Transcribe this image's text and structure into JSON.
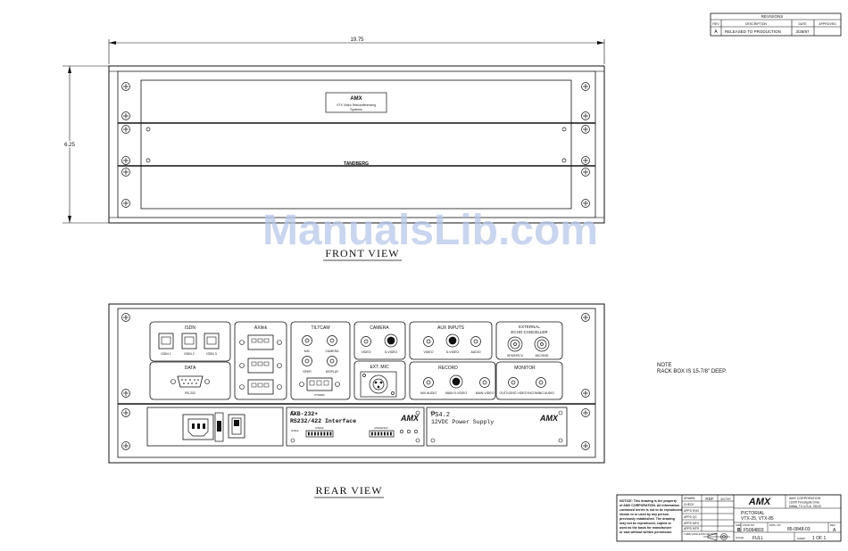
{
  "revisions": {
    "title": "REVISIONS",
    "headers": [
      "REV",
      "DESCRIPTION",
      "DATE",
      "APPROVED"
    ],
    "rows": [
      [
        "A",
        "RELEASED TO PRODUCTION",
        "3/28/97",
        ""
      ]
    ]
  },
  "dimensions": {
    "width": "19.75",
    "height": "6.25"
  },
  "front": {
    "top_label_line1": "AMX",
    "top_label_line2": "VTX Video Teleconferencing",
    "top_label_line3": "Systems",
    "middle_label": "TANDBERG",
    "view_title": "FRONT VIEW"
  },
  "watermark": "ManualsLib.com",
  "rear": {
    "view_title": "REAR VIEW",
    "isdn": {
      "title": "ISDN",
      "ports": [
        "ISDN 1",
        "ISDN 2",
        "ISDN 3"
      ]
    },
    "data": {
      "title": "DATA",
      "port": "RS-232"
    },
    "axlink": {
      "title": "AXlink"
    },
    "tiltcam": {
      "title": "TILTCAM",
      "jacks": [
        "MIC",
        "CAMERA",
        "SPKR",
        "DISPLAY"
      ],
      "block": "POWER"
    },
    "camera": {
      "title": "CAMERA",
      "jacks": [
        "VIDEO",
        "S-VIDEO"
      ]
    },
    "ext_mic": {
      "title": "EXT. MIC"
    },
    "aux_inputs": {
      "title": "AUX INPUTS",
      "jacks": [
        "VIDEO",
        "S-VIDEO",
        "AUDIO"
      ]
    },
    "echo": {
      "title_line1": "EXTERNAL",
      "title_line2": "ECHO CANCELLER",
      "jacks": [
        "SPKR/RCV",
        "MIC/SND"
      ]
    },
    "record": {
      "title": "RECORD",
      "jacks": [
        "MIX AUDIO",
        "MAIN S-VIDEO",
        "MAIN VIDEO"
      ]
    },
    "monitor": {
      "title": "MONITOR",
      "jacks": [
        "OUTGOING VIDEO",
        "INCOMING AUDIO"
      ]
    },
    "axb": {
      "line1": "AXB-232+",
      "line2": "RS232/422 Interface",
      "logo": "AMX",
      "dip1": "RS232",
      "dip2": "RS232/422",
      "axlink_lbl": "AXlink"
    },
    "ps": {
      "line1": "PS4.2",
      "line2": "12VDC Power Supply",
      "logo": "AMX"
    }
  },
  "note": {
    "line1": "NOTE",
    "line2": "RACK BOX IS 15-7/8\" DEEP."
  },
  "title_block": {
    "notice": [
      "NOTICE: This drawing is the property",
      "of AMX CORPORATION. All information",
      "contained herein is not to be reproduced,",
      "shown to or used by any person",
      "previously established. The drawing",
      "may not be reproduced, copied or",
      "used as the basis for manufacture",
      "or sale without written permission."
    ],
    "rows": [
      "DRAWN",
      "CHECK",
      "APPD ENG",
      "APPD QC",
      "APPD MFG",
      "APPD MTR"
    ],
    "drawn_by": "RDF",
    "drawn_date": "3/27/97",
    "logo": "AMX",
    "company_line1": "AMX CORPORATION",
    "company_line2": "11995 Forestgate Drive",
    "company_line3": "Dallas, TX U.S.A. 75243",
    "third_angle": "THIRD ANGLE PROJECTION",
    "title_line1": "PICTORIAL",
    "title_line2": "VTX-25, VTX-85",
    "size_label": "SIZE",
    "size": "B",
    "fscm_label": "FSCM NO.",
    "fscm": "F5094803",
    "dwg_label": "DWG. NO.",
    "dwg": "85-0848-03",
    "rev_label": "REV.",
    "rev": "A",
    "scale_label": "SCALE",
    "scale": "FULL",
    "sheet_label": "SHEET",
    "sheet": "1 OF 1"
  }
}
